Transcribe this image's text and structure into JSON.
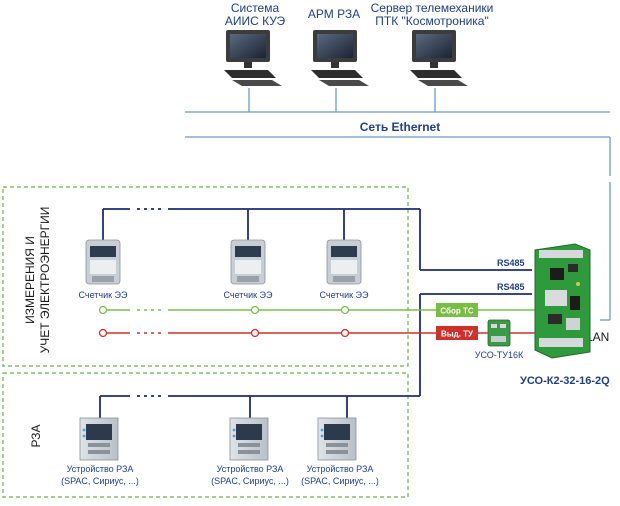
{
  "top": {
    "station1_line1": "Система",
    "station1_line2": "АИИС КУЭ",
    "station2": "АРМ РЗА",
    "station3_line1": "Сервер телемеханики",
    "station3_line2": "ПТК \"Космотроника\""
  },
  "network": {
    "ethernet_label": "Сеть Ethernet",
    "lan_label": "LAN"
  },
  "metering": {
    "section_label_line1": "ИЗМЕРЕНИЯ И",
    "section_label_line2": "УЧЕТ ЭЛЕКТРОЭНЕРГИИ",
    "meters": [
      "Счетчик ЭЭ",
      "Счетчик ЭЭ",
      "Счетчик ЭЭ"
    ]
  },
  "rza": {
    "section_label": "РЗА",
    "devices": [
      {
        "line1": "Устройство РЗА",
        "line2": "(SPAC, Сириус, ...)"
      },
      {
        "line1": "Устройство РЗА",
        "line2": "(SPAC, Сириус, ...)"
      },
      {
        "line1": "Устройство РЗА",
        "line2": "(SPAC, Сириус, ...)"
      }
    ]
  },
  "interfaces": {
    "rs485_top": "RS485",
    "rs485_bottom": "RS485",
    "ts_label": "Сбор ТС",
    "tu_label": "Выд. ТУ"
  },
  "controller": {
    "name": "УСО-К2-32-16-2Q",
    "aux_name": "УСО-ТУ16К"
  },
  "colors": {
    "bus": "#1f2b7a",
    "ethernet": "#6a9ac8",
    "ts_line": "#7bbf4a",
    "tu_line": "#d0302a",
    "dash_box": "#6fb04a",
    "pcb": "#2f9a3c"
  }
}
